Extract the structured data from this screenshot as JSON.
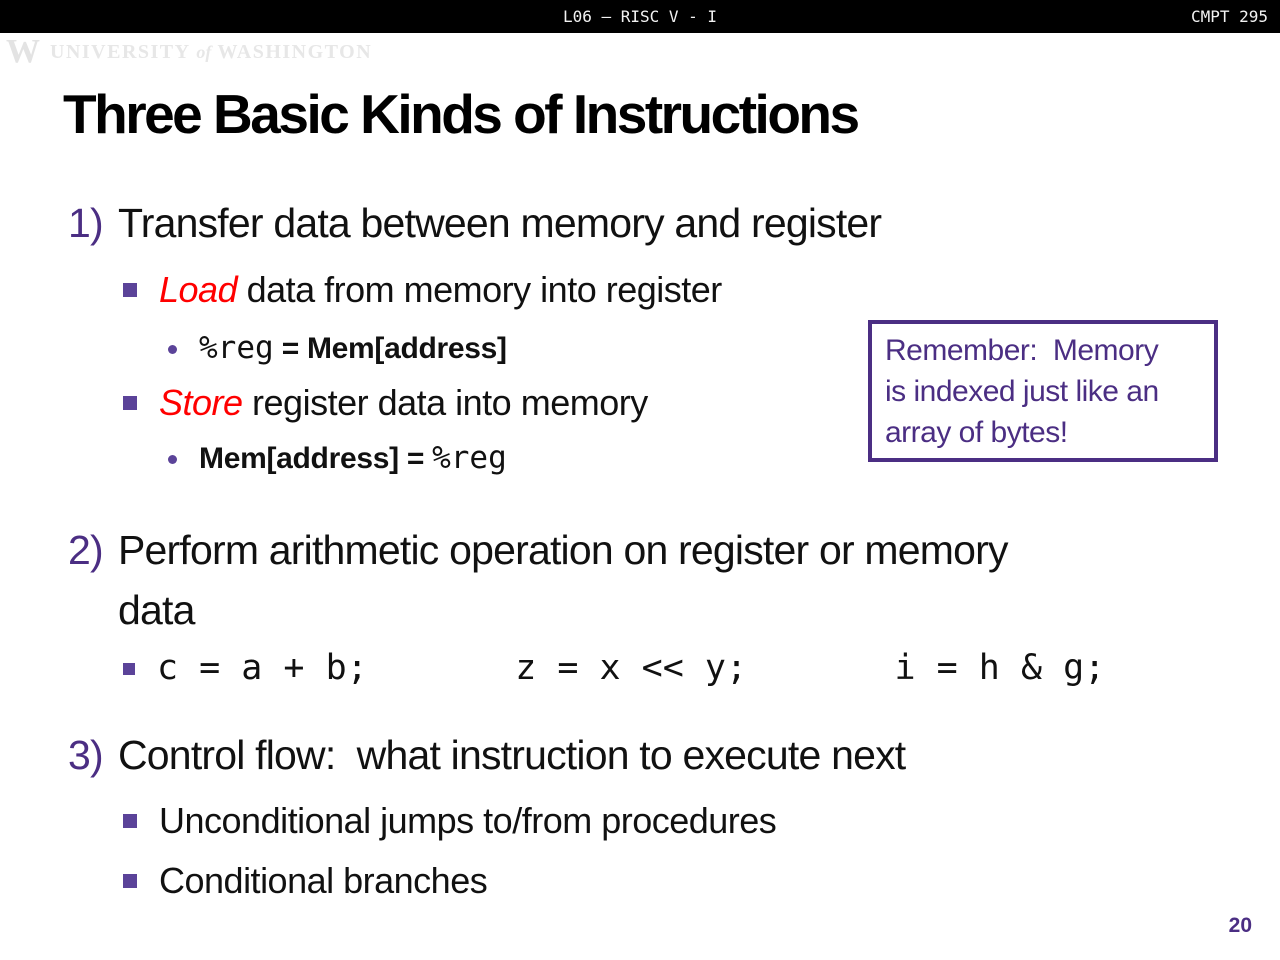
{
  "header": {
    "title": "L06 — RISC V - I",
    "course": "CMPT 295"
  },
  "logo": {
    "mark": "W",
    "university": "UNIVERSITY",
    "of": "of",
    "washington": "WASHINGTON"
  },
  "slide": {
    "title": "Three Basic Kinds of Instructions",
    "page_number": "20"
  },
  "item1": {
    "num": "1)",
    "label": "Transfer data between memory and register",
    "load_keyword": "Load",
    "load_rest": " data from memory into register",
    "load_code": "%reg",
    "load_suffix": " = Mem[address]",
    "store_keyword": "Store",
    "store_rest": " register data into memory",
    "store_prefix": "Mem[address] = ",
    "store_code": "%reg"
  },
  "remember_box": {
    "lines": [
      "Remember:  Memory",
      "is indexed just like an",
      "array of bytes!"
    ]
  },
  "item2": {
    "num": "2)",
    "label_line1": "Perform arithmetic operation on register or memory",
    "label_line2": "data",
    "code": "c = a + b;       z = x << y;       i = h & g;"
  },
  "item3": {
    "num": "3)",
    "label": "Control flow:  what instruction to execute next",
    "sub1": "Unconditional jumps to/from procedures",
    "sub2": "Conditional branches"
  },
  "colors": {
    "purple": "#4B2E83",
    "red": "#FF0000"
  }
}
